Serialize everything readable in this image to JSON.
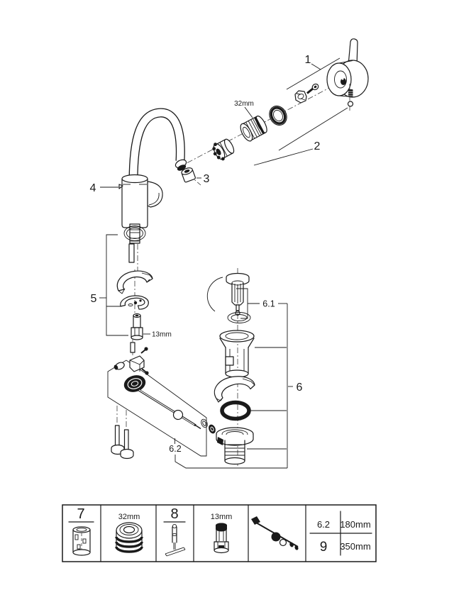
{
  "parts": {
    "p1": "1",
    "p2": "2",
    "p3": "3",
    "p4": "4",
    "p5": "5",
    "p6": "6",
    "p61": "6.1",
    "p62": "6.2",
    "aerator_size": "32mm",
    "socket_size": "13mm"
  },
  "legend": {
    "tool7": "7",
    "aerator_size": "32mm",
    "tool8": "8",
    "socket_size": "13mm",
    "rows": [
      {
        "ref": "6.2",
        "len": "180mm"
      },
      {
        "ref": "9",
        "len": "350mm"
      }
    ]
  },
  "colors": {
    "ink": "#1a1a1a",
    "paper": "#ffffff"
  }
}
